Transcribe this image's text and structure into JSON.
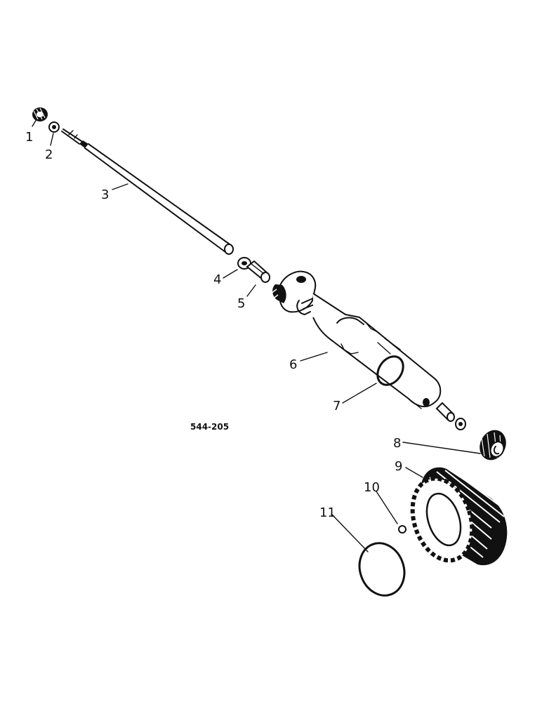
{
  "figure": {
    "code": "544-205"
  },
  "parts": [
    {
      "id": "part-1",
      "label": "1"
    },
    {
      "id": "part-2",
      "label": "2"
    },
    {
      "id": "part-3",
      "label": "3"
    },
    {
      "id": "part-4",
      "label": "4"
    },
    {
      "id": "part-5",
      "label": "5"
    },
    {
      "id": "part-6",
      "label": "6"
    },
    {
      "id": "part-7",
      "label": "7"
    },
    {
      "id": "part-8",
      "label": "8"
    },
    {
      "id": "part-9",
      "label": "9"
    },
    {
      "id": "part-10",
      "label": "10"
    },
    {
      "id": "part-11",
      "label": "11"
    }
  ],
  "colors": {
    "ink": "#111111",
    "background": "#ffffff"
  }
}
